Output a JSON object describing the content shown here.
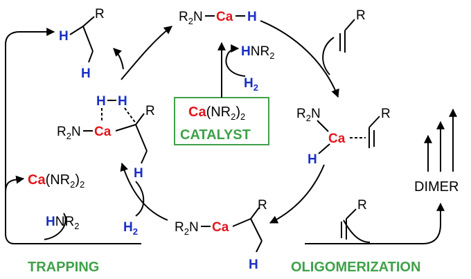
{
  "labels": {
    "catalyst_formula": "Ca(NR2)2",
    "catalyst": "CATALYST",
    "trapping": "TRAPPING",
    "oligomerization": "OLIGOMERIZATION",
    "dimer": "DIMER"
  },
  "atoms": {
    "ca": "Ca",
    "h": "H",
    "r": "R",
    "r2n": "R2N",
    "hnr2": "HNR2",
    "h2": "H2",
    "nr2_paren": "(NR2)2"
  },
  "colors": {
    "calcium": "#e3141b",
    "hydrogen": "#1a2fc4",
    "label_green": "#3fa14a",
    "catalyst_box": "#3fa14a"
  }
}
